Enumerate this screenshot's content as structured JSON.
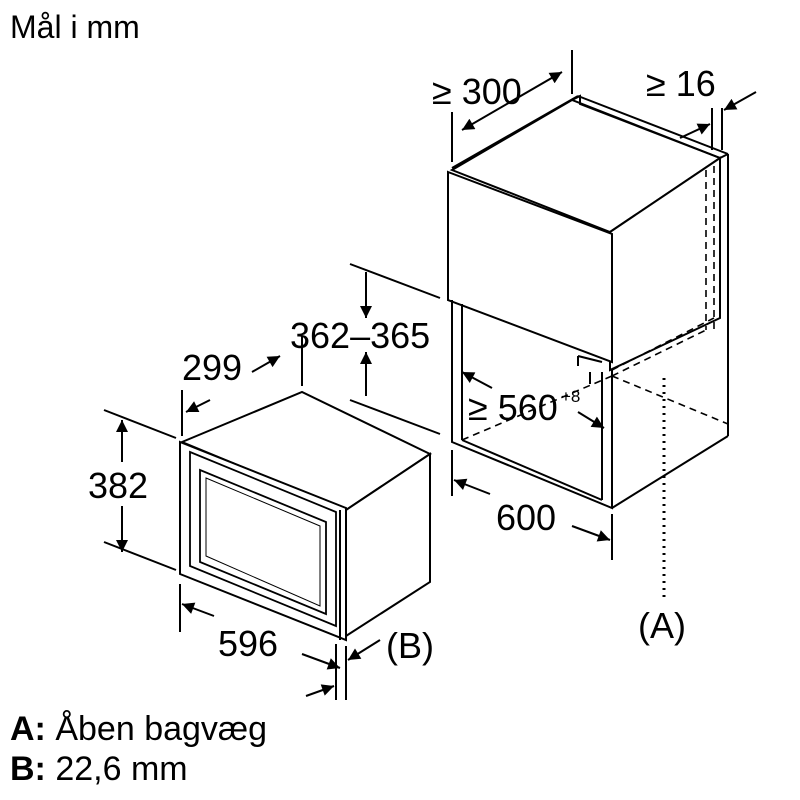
{
  "title": "Mål i mm",
  "dimensions": {
    "cabinet_depth": "≥ 300",
    "back_gap": "≥ 16",
    "shelf_height": "362–365",
    "niche_width": "≥ 560",
    "niche_width_tolerance": "+8",
    "cabinet_width": "600",
    "appliance_depth": "299",
    "appliance_height": "382",
    "appliance_width": "596"
  },
  "markers": {
    "a": "(A)",
    "b": "(B)"
  },
  "legend": [
    {
      "key": "A:",
      "text": "Åben bagvæg"
    },
    {
      "key": "B:",
      "text": "22,6 mm"
    }
  ]
}
